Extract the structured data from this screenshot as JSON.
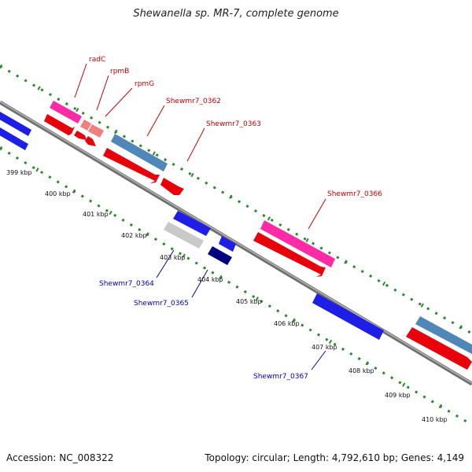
{
  "title": "Shewanella sp. MR-7, complete genome",
  "footer": {
    "accession": "Accession: NC_008322",
    "summary": "Topology: circular; Length: 4,792,610 bp; Genes: 4,149"
  },
  "colors": {
    "backbone": "#8c8c8c",
    "tick": "#2a8a2a",
    "gene_forward": "#e8000a",
    "gene_reverse": "#1e1ee6",
    "label_top": "#c80000",
    "label_bottom": "#0000b4",
    "rna_pink": "#ff2aa6",
    "rna_steel": "#4f87b8",
    "rna_light_red": "#f27f7f",
    "gray_feature": "#c9c9c9",
    "navy_feature": "#000080"
  },
  "kbp_labels": [
    "399 kbp",
    "400 kbp",
    "401 kbp",
    "402 kbp",
    "403 kbp",
    "404 kbp",
    "405 kbp",
    "406 kbp",
    "407 kbp",
    "408 kbp",
    "409 kbp",
    "410 kbp"
  ],
  "gene_labels_top": [
    "radC",
    "rpmB",
    "rpmG",
    "Shewmr7_0362",
    "Shewmr7_0363",
    "Shewmr7_0366"
  ],
  "gene_labels_bottom": [
    "Shewmr7_0364",
    "Shewmr7_0365",
    "Shewmr7_0367"
  ]
}
